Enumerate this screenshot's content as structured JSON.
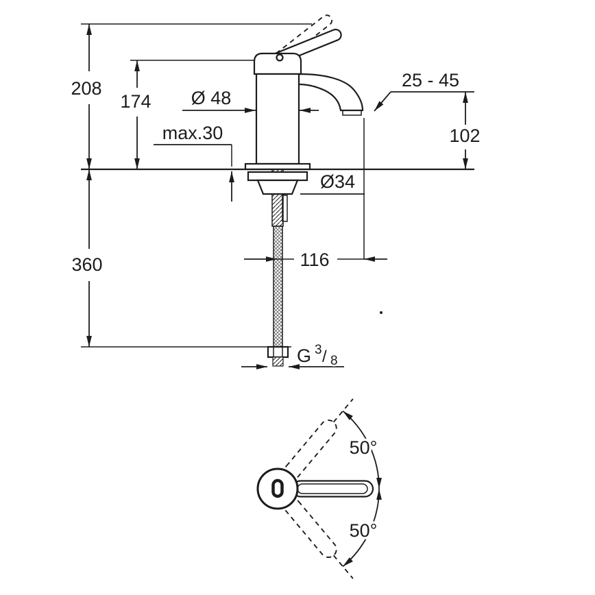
{
  "drawing": {
    "side_view": {
      "dim_total_height": "208",
      "dim_body_height": "174",
      "dim_body_diameter": "Ø 48",
      "dim_max_mounting": "max.30",
      "dim_spout_range": "25 - 45",
      "dim_spout_height": "102",
      "dim_hole_diameter": "Ø34",
      "dim_hose_length": "360",
      "dim_spout_reach": "116",
      "thread": {
        "prefix": "G",
        "numerator": "3",
        "slash": "/",
        "denominator": "8"
      }
    },
    "top_view": {
      "angle_upper": "50°",
      "angle_lower": "50°"
    },
    "colors": {
      "line": "#1c1c1c",
      "background": "#ffffff"
    }
  }
}
